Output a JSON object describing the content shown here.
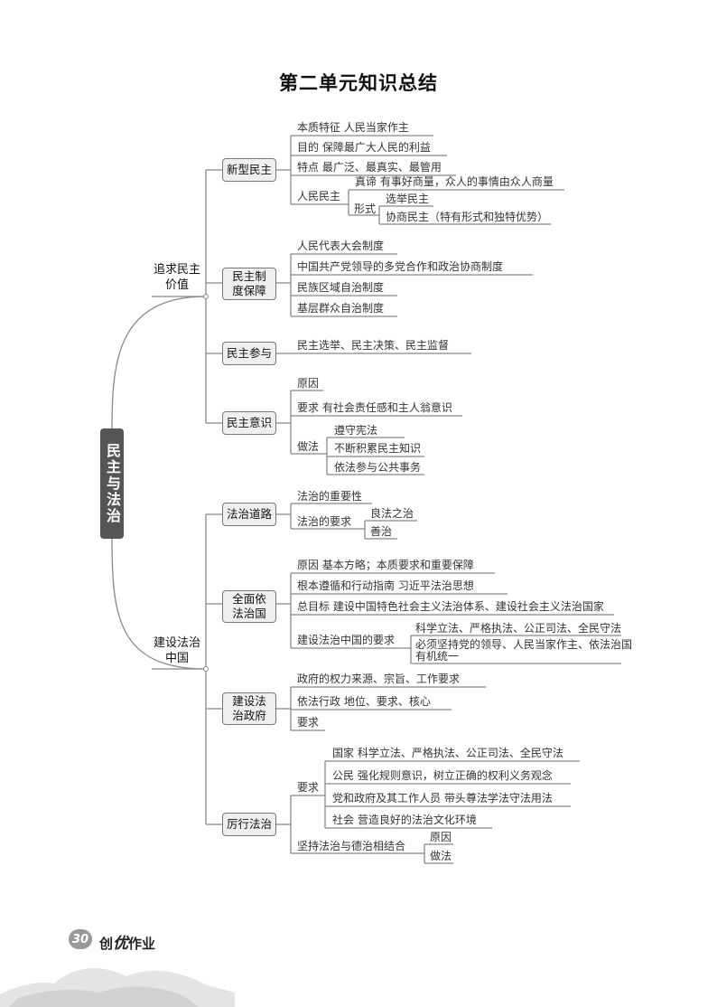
{
  "title": "第二单元知识总结",
  "root": "民主与法治",
  "branches": {
    "b1": "追求民主价值",
    "b2": "建设法治中国"
  },
  "nodes": {
    "xinxing": "新型民主",
    "zhidu": "民主制度保障",
    "canyu": "民主参与",
    "yishi": "民主意识",
    "daolu": "法治道路",
    "quanmian": "全面依法治国",
    "zhengfu": "建设法治政府",
    "lixing": "厉行法治"
  },
  "leaves": {
    "xinxing": {
      "benzhi": "本质特征  人民当家作主",
      "mudi": "目的   保障最广大人民的利益",
      "tedian": "特点   最广泛、最真实、最管用",
      "renmin": "人民民主",
      "zhendi": "真谛    有事好商量，众人的事情由众人商量",
      "xingshi": "形式",
      "xuanju": "选举民主",
      "xieshang": "协商民主（特有形式和独特优势）"
    },
    "zhidu": {
      "a": "人民代表大会制度",
      "b": "中国共产党领导的多党合作和政治协商制度",
      "c": "民族区域自治制度",
      "d": "基层群众自治制度"
    },
    "canyu": "民主选举、民主决策、民主监督",
    "yishi": {
      "yuanyin": "原因",
      "yaoqiu": "要求   有社会责任感和主人翁意识",
      "zuofa": "做法",
      "a": "遵守宪法",
      "b": "不断积累民主知识",
      "c": "依法参与公共事务"
    },
    "daolu": {
      "a": "法治的重要性",
      "b": "法治的要求",
      "c": "良法之治",
      "d": "善治"
    },
    "quanmian": {
      "a": "原因      基本方略；本质要求和重要保障",
      "b": "根本遵循和行动指南    习近平法治思想",
      "c": "总目标    建设中国特色社会主义法治体系、建设社会主义法治国家",
      "d": "建设法治中国的要求",
      "e": "科学立法、严格执法、公正司法、全民守法",
      "f": "必须坚持党的领导、人民当家作主、依法治国",
      "g": "有机统一"
    },
    "zhengfu": {
      "a": "政府的权力来源、宗旨、工作要求",
      "b": "依法行政    地位、要求、核心",
      "c": "要求"
    },
    "lixing": {
      "yaoqiu": "要求",
      "a": "国家    科学立法、严格执法、公正司法、全民守法",
      "b": "公民    强化规则意识，树立正确的权利义务观念",
      "c": "党和政府及其工作人员    带头尊法学法守法用法",
      "d": "社会    营造良好的法治文化环境",
      "e": "坚持法治与德治相结合",
      "f": "原因",
      "g": "做法"
    }
  },
  "footer": {
    "page_number": "30",
    "label_a": "创",
    "label_b": "优",
    "label_c": "作业"
  }
}
